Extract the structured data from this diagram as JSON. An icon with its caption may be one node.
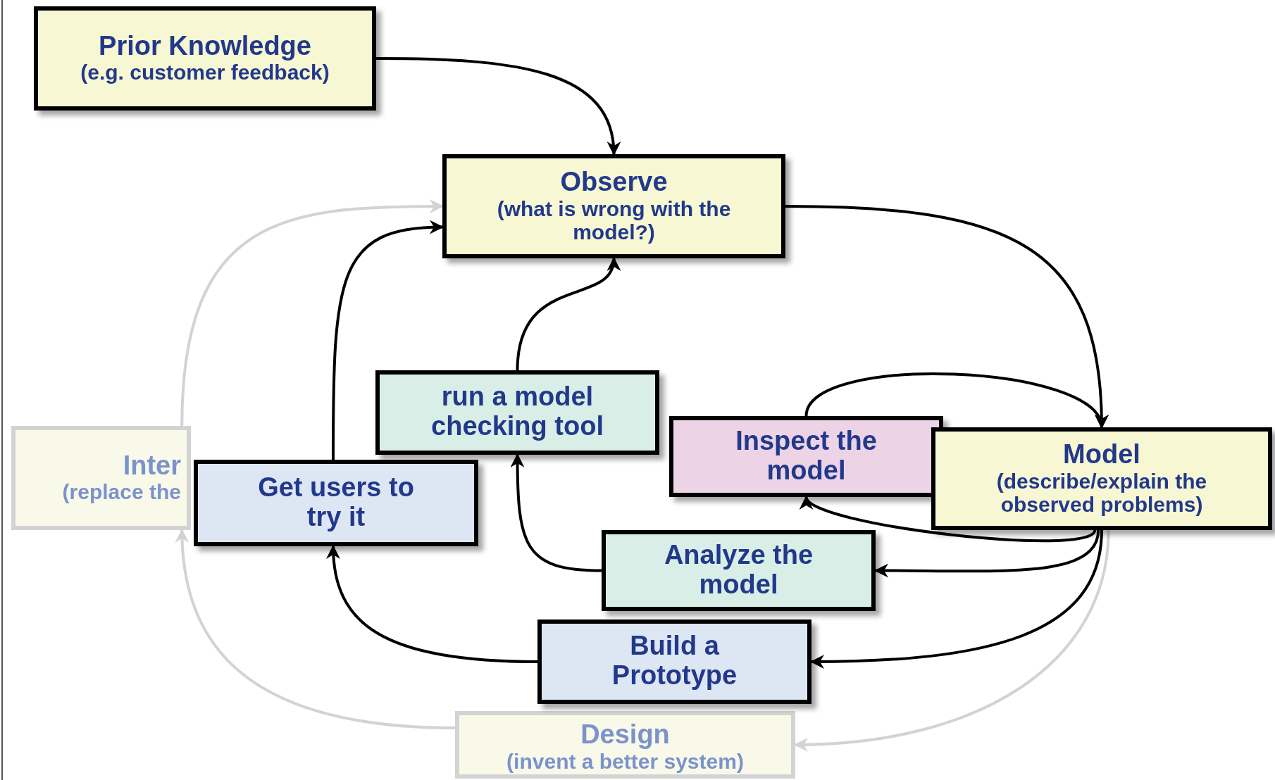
{
  "diagram": {
    "nodes": [
      {
        "text": [
          "Prior Knowledge",
          "(e.g. customer feedback)"
        ]
      },
      {
        "text": [
          "Observe",
          "(what is wrong with the model?)"
        ]
      },
      {
        "text": [
          "run a model checking tool"
        ]
      },
      {
        "text": [
          "Inter",
          "(replace the"
        ]
      },
      {
        "text": [
          "Get users to try it"
        ]
      },
      {
        "text": [
          "Inspect the model"
        ]
      },
      {
        "text": [
          "Model",
          "(describe/explain the observed problems)"
        ]
      },
      {
        "text": [
          "Analyze the model"
        ]
      },
      {
        "text": [
          "Build a Prototype"
        ]
      },
      {
        "text": [
          "Design",
          "(invent a better system)"
        ]
      }
    ],
    "edges": [
      {
        "from": 0,
        "to": 1,
        "arrow": "to"
      },
      {
        "from": 1,
        "to": 6,
        "arrow": "to"
      },
      {
        "from": 5,
        "to": 6,
        "arrow": "to"
      },
      {
        "from": 6,
        "to": 5,
        "arrow": "to"
      },
      {
        "from": 6,
        "to": 7,
        "arrow": "to"
      },
      {
        "from": 6,
        "to": 8,
        "arrow": "to"
      },
      {
        "from": 6,
        "to": 9,
        "arrow": "to",
        "color": "#d3d3d3"
      },
      {
        "from": 7,
        "to": 2,
        "arrow": "to"
      },
      {
        "from": 2,
        "to": 1,
        "arrow": "to"
      },
      {
        "from": 8,
        "to": 4,
        "arrow": "to"
      },
      {
        "from": 4,
        "to": 1,
        "arrow": "to"
      },
      {
        "from": 3,
        "to": 1,
        "arrow": "to",
        "color": "#d3d3d3"
      },
      {
        "from": 9,
        "to": 3,
        "arrow": "to",
        "color": "#d3d3d3"
      }
    ]
  }
}
